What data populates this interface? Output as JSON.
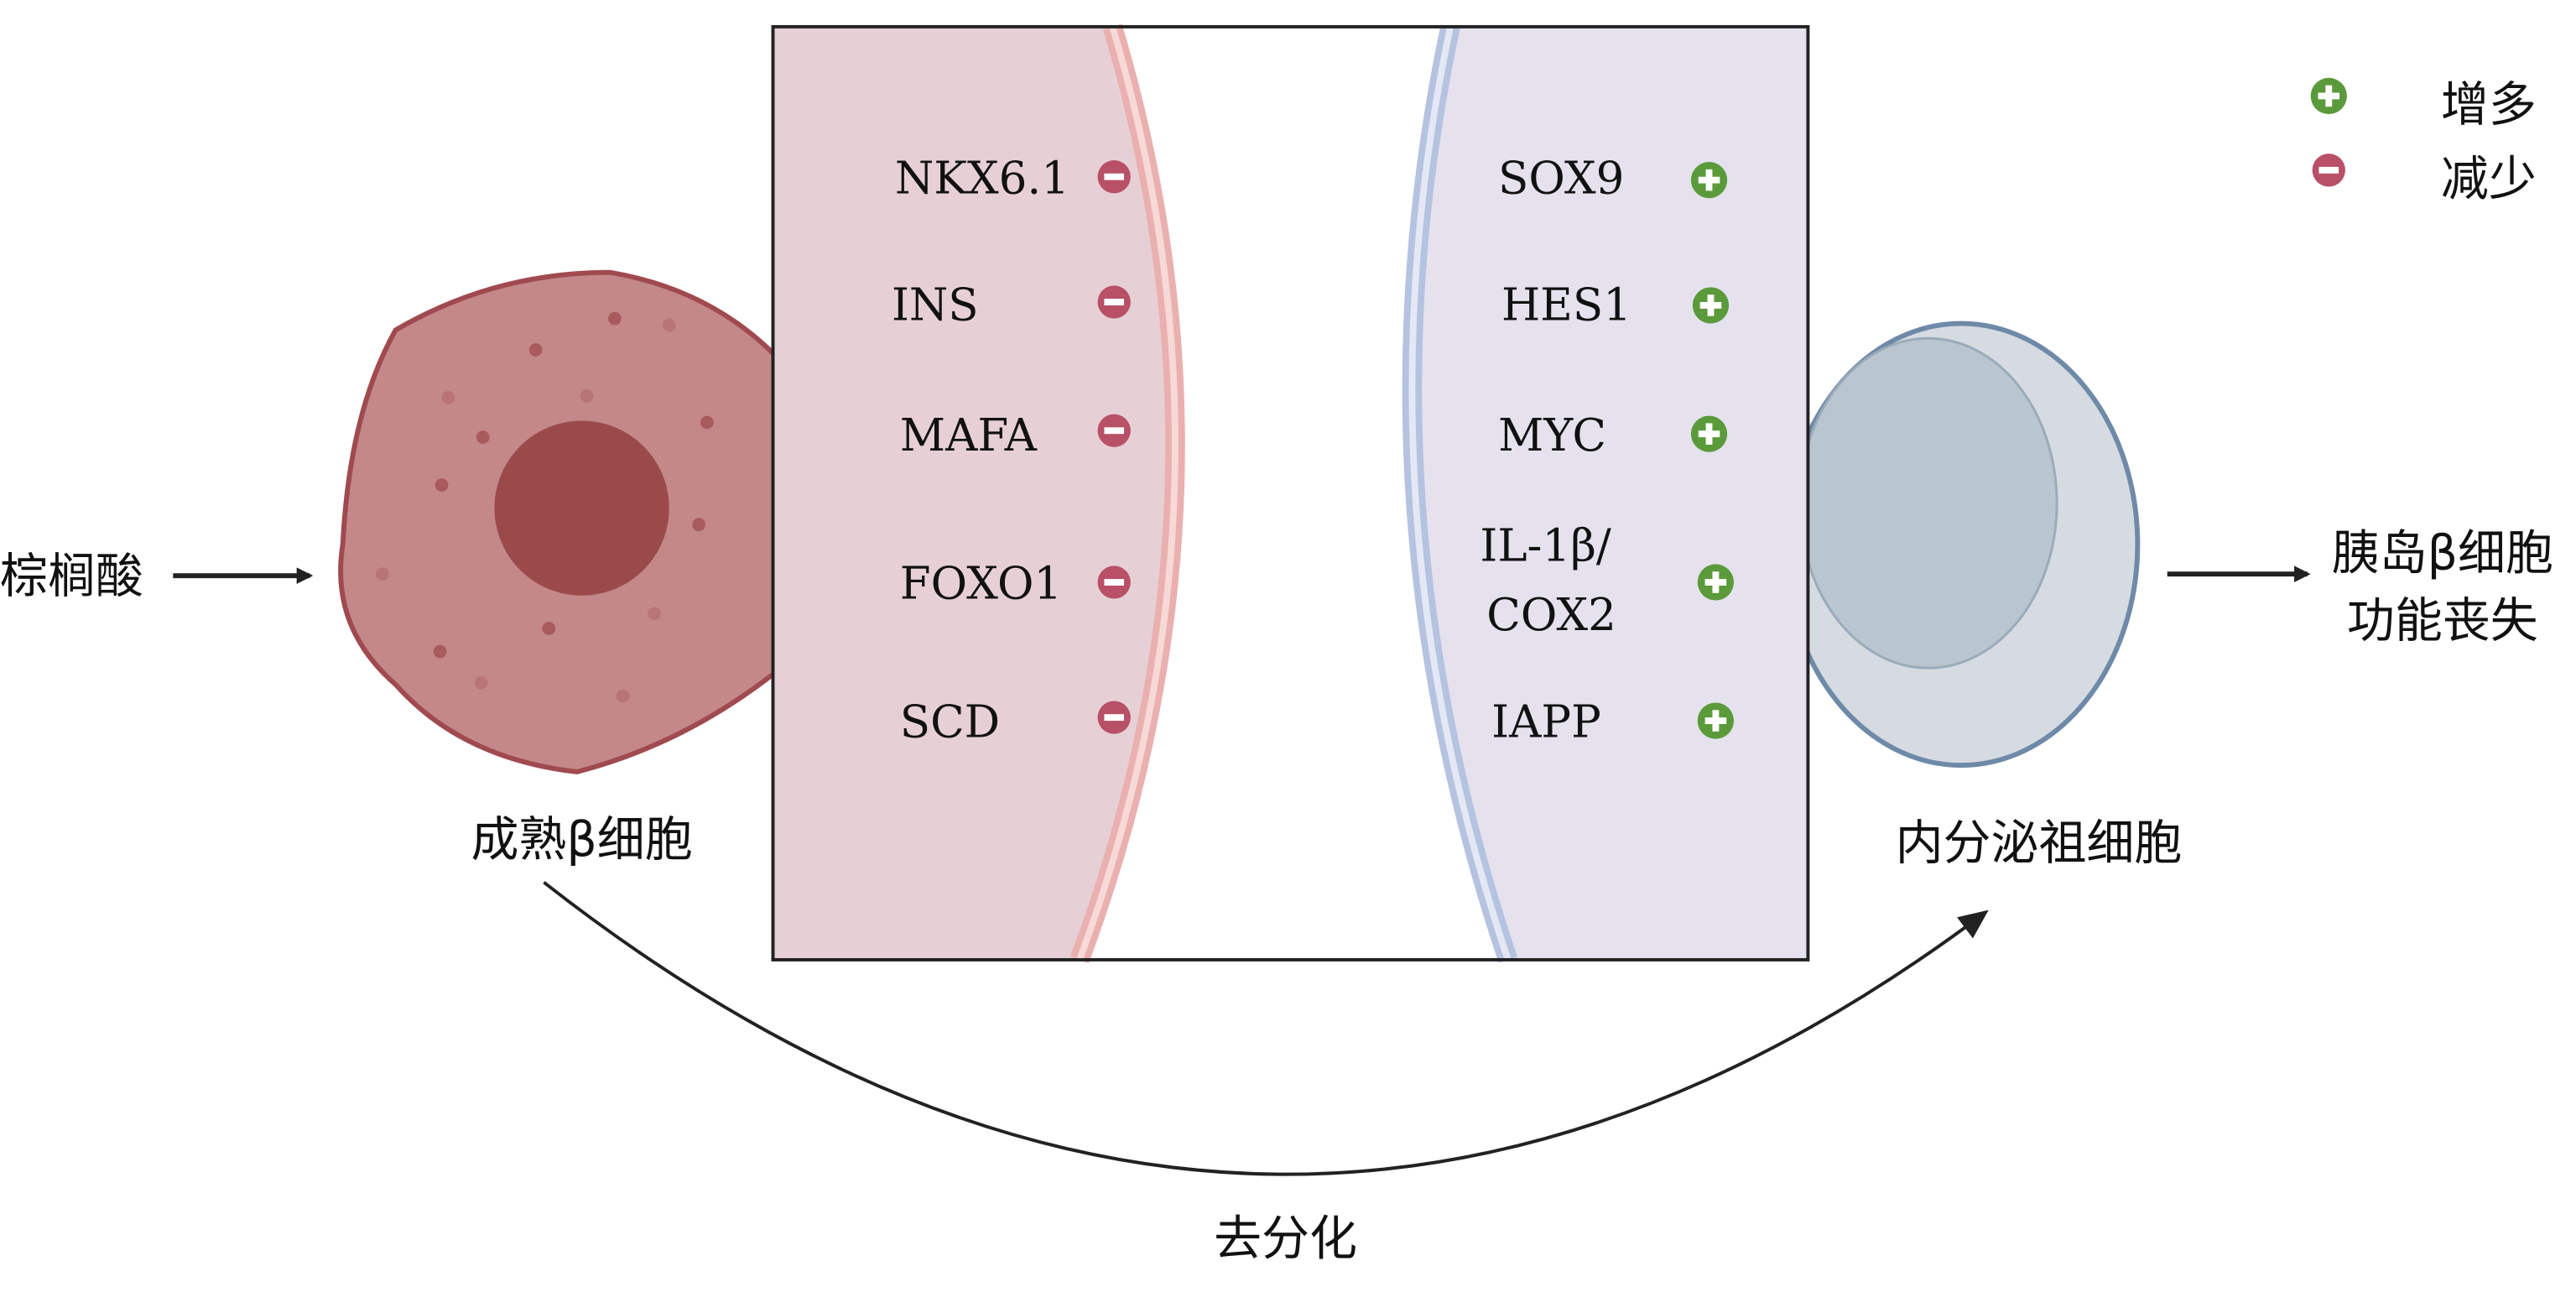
{
  "colors": {
    "decrease": "#b85068",
    "increase": "#5a9a3a",
    "beta_cell": "#c38887",
    "progenitor_cell": "#d5dbe1"
  },
  "legend": {
    "increase_label": "增多",
    "decrease_label": "减少",
    "increase_icon": "plus-circle-icon",
    "decrease_icon": "minus-circle-icon"
  },
  "input_label": "棕榈酸",
  "mature_cell_label": "成熟β细胞",
  "progenitor_cell_label": "内分泌祖细胞",
  "outcome_label": [
    "胰岛β细胞",
    "功能丧失"
  ],
  "process_label": "去分化",
  "decreased_genes": [
    "NKX6.1",
    "INS",
    "MAFA",
    "FOXO1",
    "SCD"
  ],
  "increased_genes": [
    "SOX9",
    "HES1",
    "MYC",
    "IL-1β/",
    "COX2",
    "IAPP"
  ]
}
